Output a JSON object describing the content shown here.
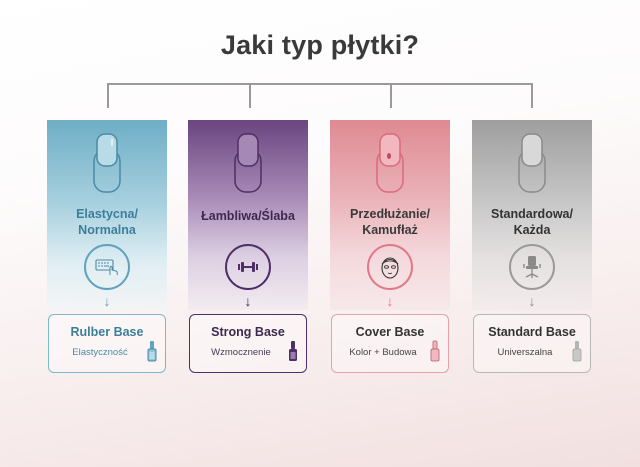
{
  "title": "Jaki typ płytki?",
  "colors": {
    "title": "#3a3a3a",
    "connector": "#9a9a9a",
    "blue": "#5fa3bd",
    "purple": "#4e2f66",
    "pink": "#e0788a",
    "gray": "#9a9a9a"
  },
  "columns": [
    {
      "category": "Elastycna/\nNormalna",
      "category_line1": "Elastycna/",
      "category_line2": "Normalna",
      "icon": "keyboard-hand-icon",
      "arrow": "↓",
      "base_name": "Rulber Base",
      "base_desc": "Elastyczność",
      "bottle_icon": "nail-polish-icon"
    },
    {
      "category": "Łambliwa/Ślaba",
      "category_line1": "Łambliwa/Ślaba",
      "category_line2": "",
      "icon": "dumbbell-icon",
      "arrow": "↓",
      "base_name": "Strong Base",
      "base_desc": "Wzmocznenie",
      "bottle_icon": "nail-polish-icon"
    },
    {
      "category": "Przedłużanie/\nKamufłaż",
      "category_line1": "Przedłużanie/",
      "category_line2": "Kamufłaż",
      "icon": "face-mask-icon",
      "arrow": "↓",
      "base_name": "Cover Base",
      "base_desc": "Kolor + Budowa",
      "bottle_icon": "nail-polish-icon"
    },
    {
      "category": "Standardowa/\nKażda",
      "category_line1": "Standardowa/",
      "category_line2": "Każda",
      "icon": "office-chair-icon",
      "arrow": "↓",
      "base_name": "Standard Base",
      "base_desc": "Universzalna",
      "bottle_icon": "nail-polish-icon"
    }
  ]
}
